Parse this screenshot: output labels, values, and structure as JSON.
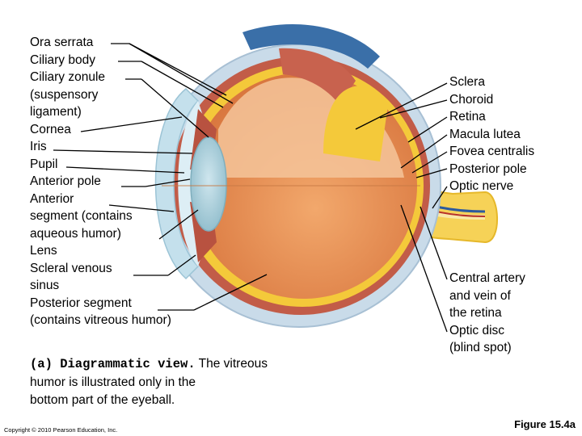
{
  "labels_left": [
    "Ora serrata",
    "Ciliary body",
    "Ciliary zonule",
    "(suspensory",
    "ligament)",
    "Cornea",
    "Iris",
    "Pupil",
    "Anterior pole",
    "Anterior",
    "segment (contains",
    "aqueous humor)",
    "Lens",
    "Scleral venous",
    "sinus",
    "Posterior segment",
    "(contains vitreous humor)"
  ],
  "labels_right_top": [
    "Sclera",
    "Choroid",
    "Retina",
    "Macula lutea",
    "Fovea centralis",
    "Posterior pole",
    "Optic nerve"
  ],
  "labels_right_bottom": [
    "Central artery",
    "and vein of",
    "the retina",
    "Optic disc",
    "(blind spot)"
  ],
  "caption": {
    "bold": "(a) Diagrammatic view.",
    "line1_rest": " The vitreous",
    "line2": "humor is illustrated only in the",
    "line3": "bottom part of the eyeball."
  },
  "copyright": "Copyright © 2010 Pearson Education, Inc.",
  "figure_number": "Figure 15.4a",
  "colors": {
    "sclera": "#c9dbe9",
    "choroid": "#c25c48",
    "retina": "#f4c93a",
    "vitreous": "#e8905a",
    "cornea": "#c4e0ec",
    "lens": "#9fc8d6"
  }
}
